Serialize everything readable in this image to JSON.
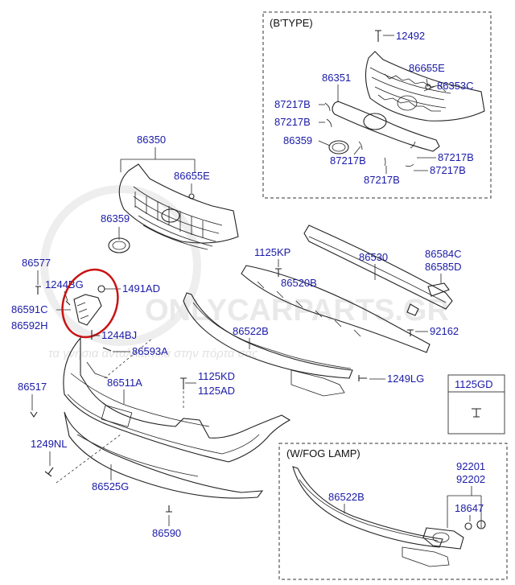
{
  "watermark": {
    "brand": "ONLYCARPARTS.GR",
    "tagline": "τα γνήσια ανταλλακτικά στην πόρτα σας"
  },
  "insets": {
    "btype_title": "(B'TYPE)",
    "fog_title": "(W/FOG LAMP)",
    "clip_box_label": "1125GD"
  },
  "labels": {
    "l86350": "86350",
    "l86655E": "86655E",
    "l86359": "86359",
    "l86577": "86577",
    "l1244BG": "1244BG",
    "l1491AD": "1491AD",
    "l86591C": "86591C",
    "l86592H": "86592H",
    "l1244BJ": "1244BJ",
    "l86593A": "86593A",
    "l86517": "86517",
    "l86511A": "86511A",
    "l1125KD": "1125KD",
    "l1125AD": "1125AD",
    "l1249NL": "1249NL",
    "l86525G": "86525G",
    "l86590": "86590",
    "l1125KP": "1125KP",
    "l86520B": "86520B",
    "l86530": "86530",
    "l86584C": "86584C",
    "l86585D": "86585D",
    "l92162": "92162",
    "l86522B": "86522B",
    "l1249LG": "1249LG",
    "b12492": "12492",
    "b86655E": "86655E",
    "b86351": "86351",
    "b86353C": "86353C",
    "b87217B_1": "87217B",
    "b87217B_2": "87217B",
    "b86359": "86359",
    "b87217B_3": "87217B",
    "b87217B_4": "87217B",
    "b87217B_5": "87217B",
    "b87217B_6": "87217B",
    "f86522B": "86522B",
    "f92201": "92201",
    "f92202": "92202",
    "f18647": "18647"
  },
  "colors": {
    "label": "#1a1aa8",
    "highlight_circle": "#c81414",
    "line": "#222222"
  }
}
